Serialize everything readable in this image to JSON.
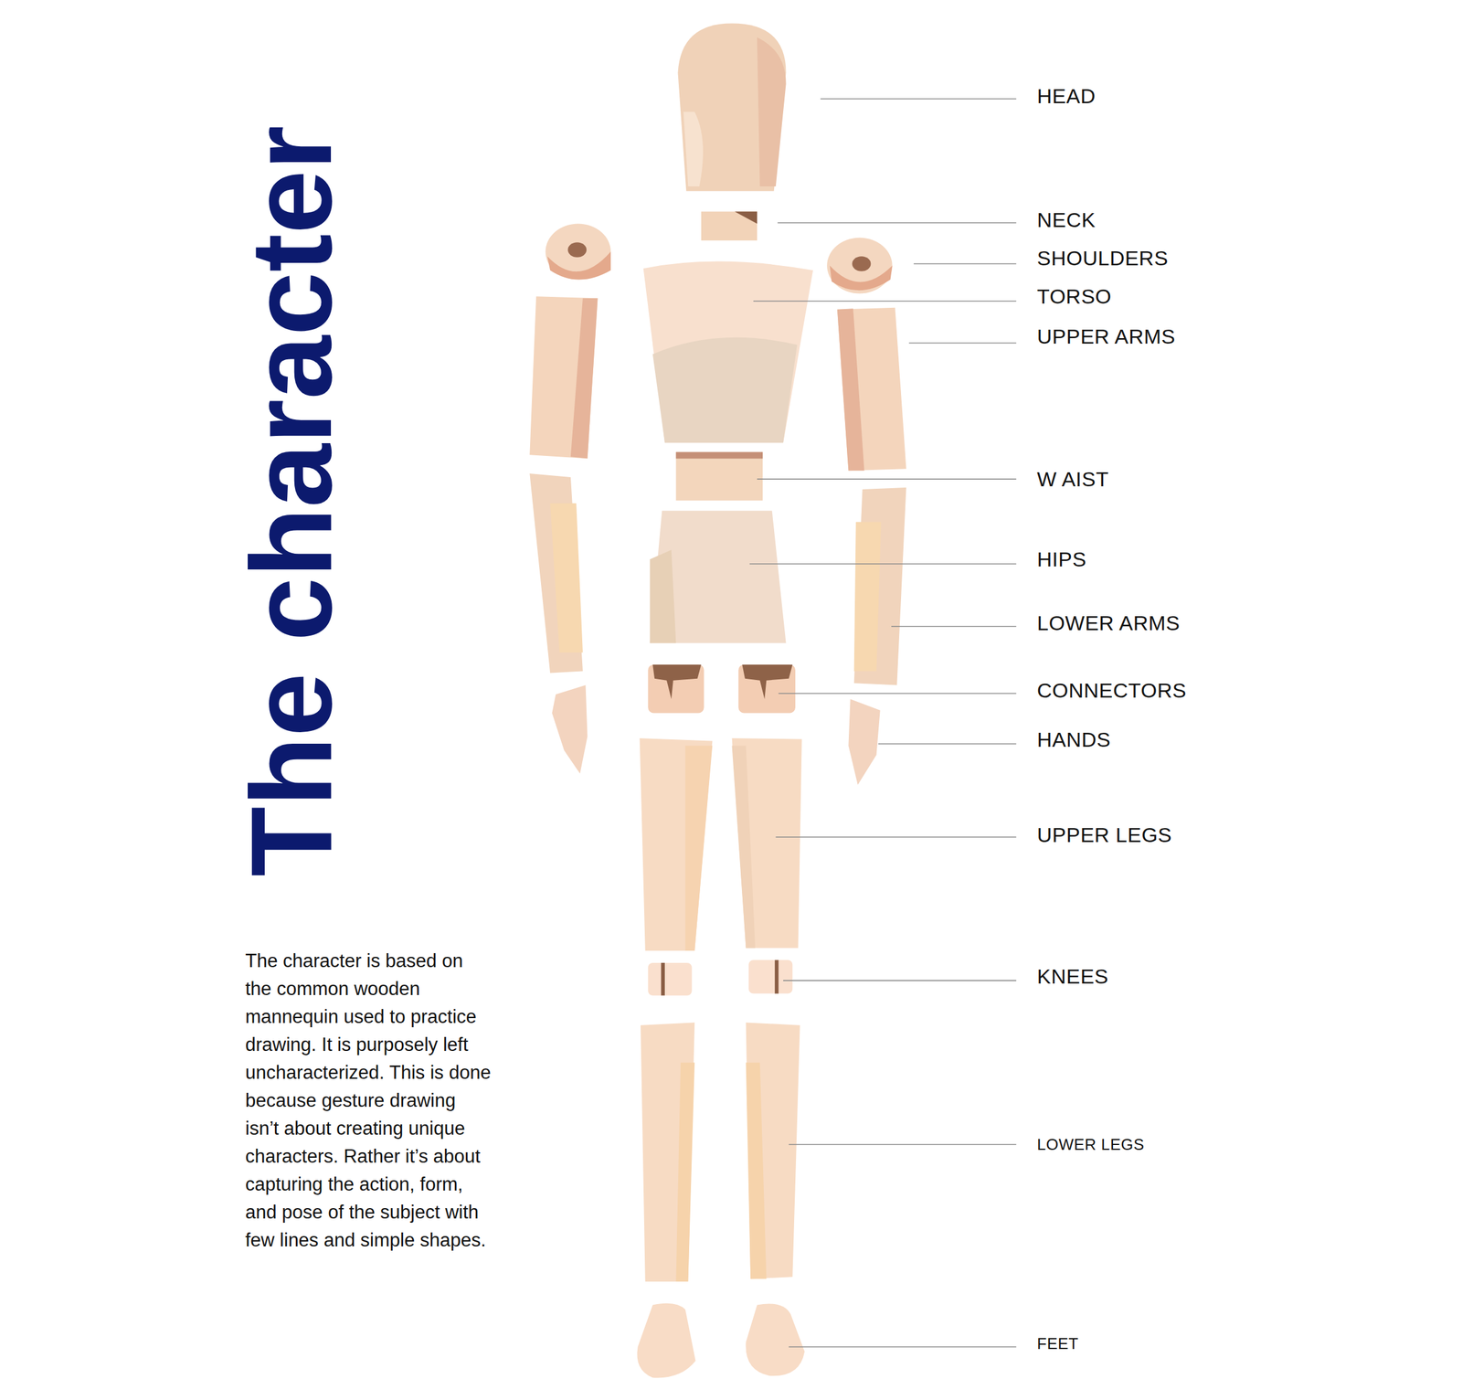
{
  "diagram": {
    "title": "The character",
    "caption": "The character is based on the common wooden mannequin used to practice drawing. It is purposely left uncharacterized. This is done because gesture drawing isn’t about creating unique characters. Rather it’s about capturing the action, form, and pose of the subject with few lines and simple shapes.",
    "labels": [
      "HEAD",
      "NECK",
      "SHOULDERS",
      "TORSO",
      "UPPER ARMS",
      "W AIST",
      "HIPS",
      "LOWER ARMS",
      "CONNECTORS",
      "HANDS",
      "UPPER LEGS",
      "KNEES",
      "LOWER LEGS",
      "FEET"
    ]
  }
}
